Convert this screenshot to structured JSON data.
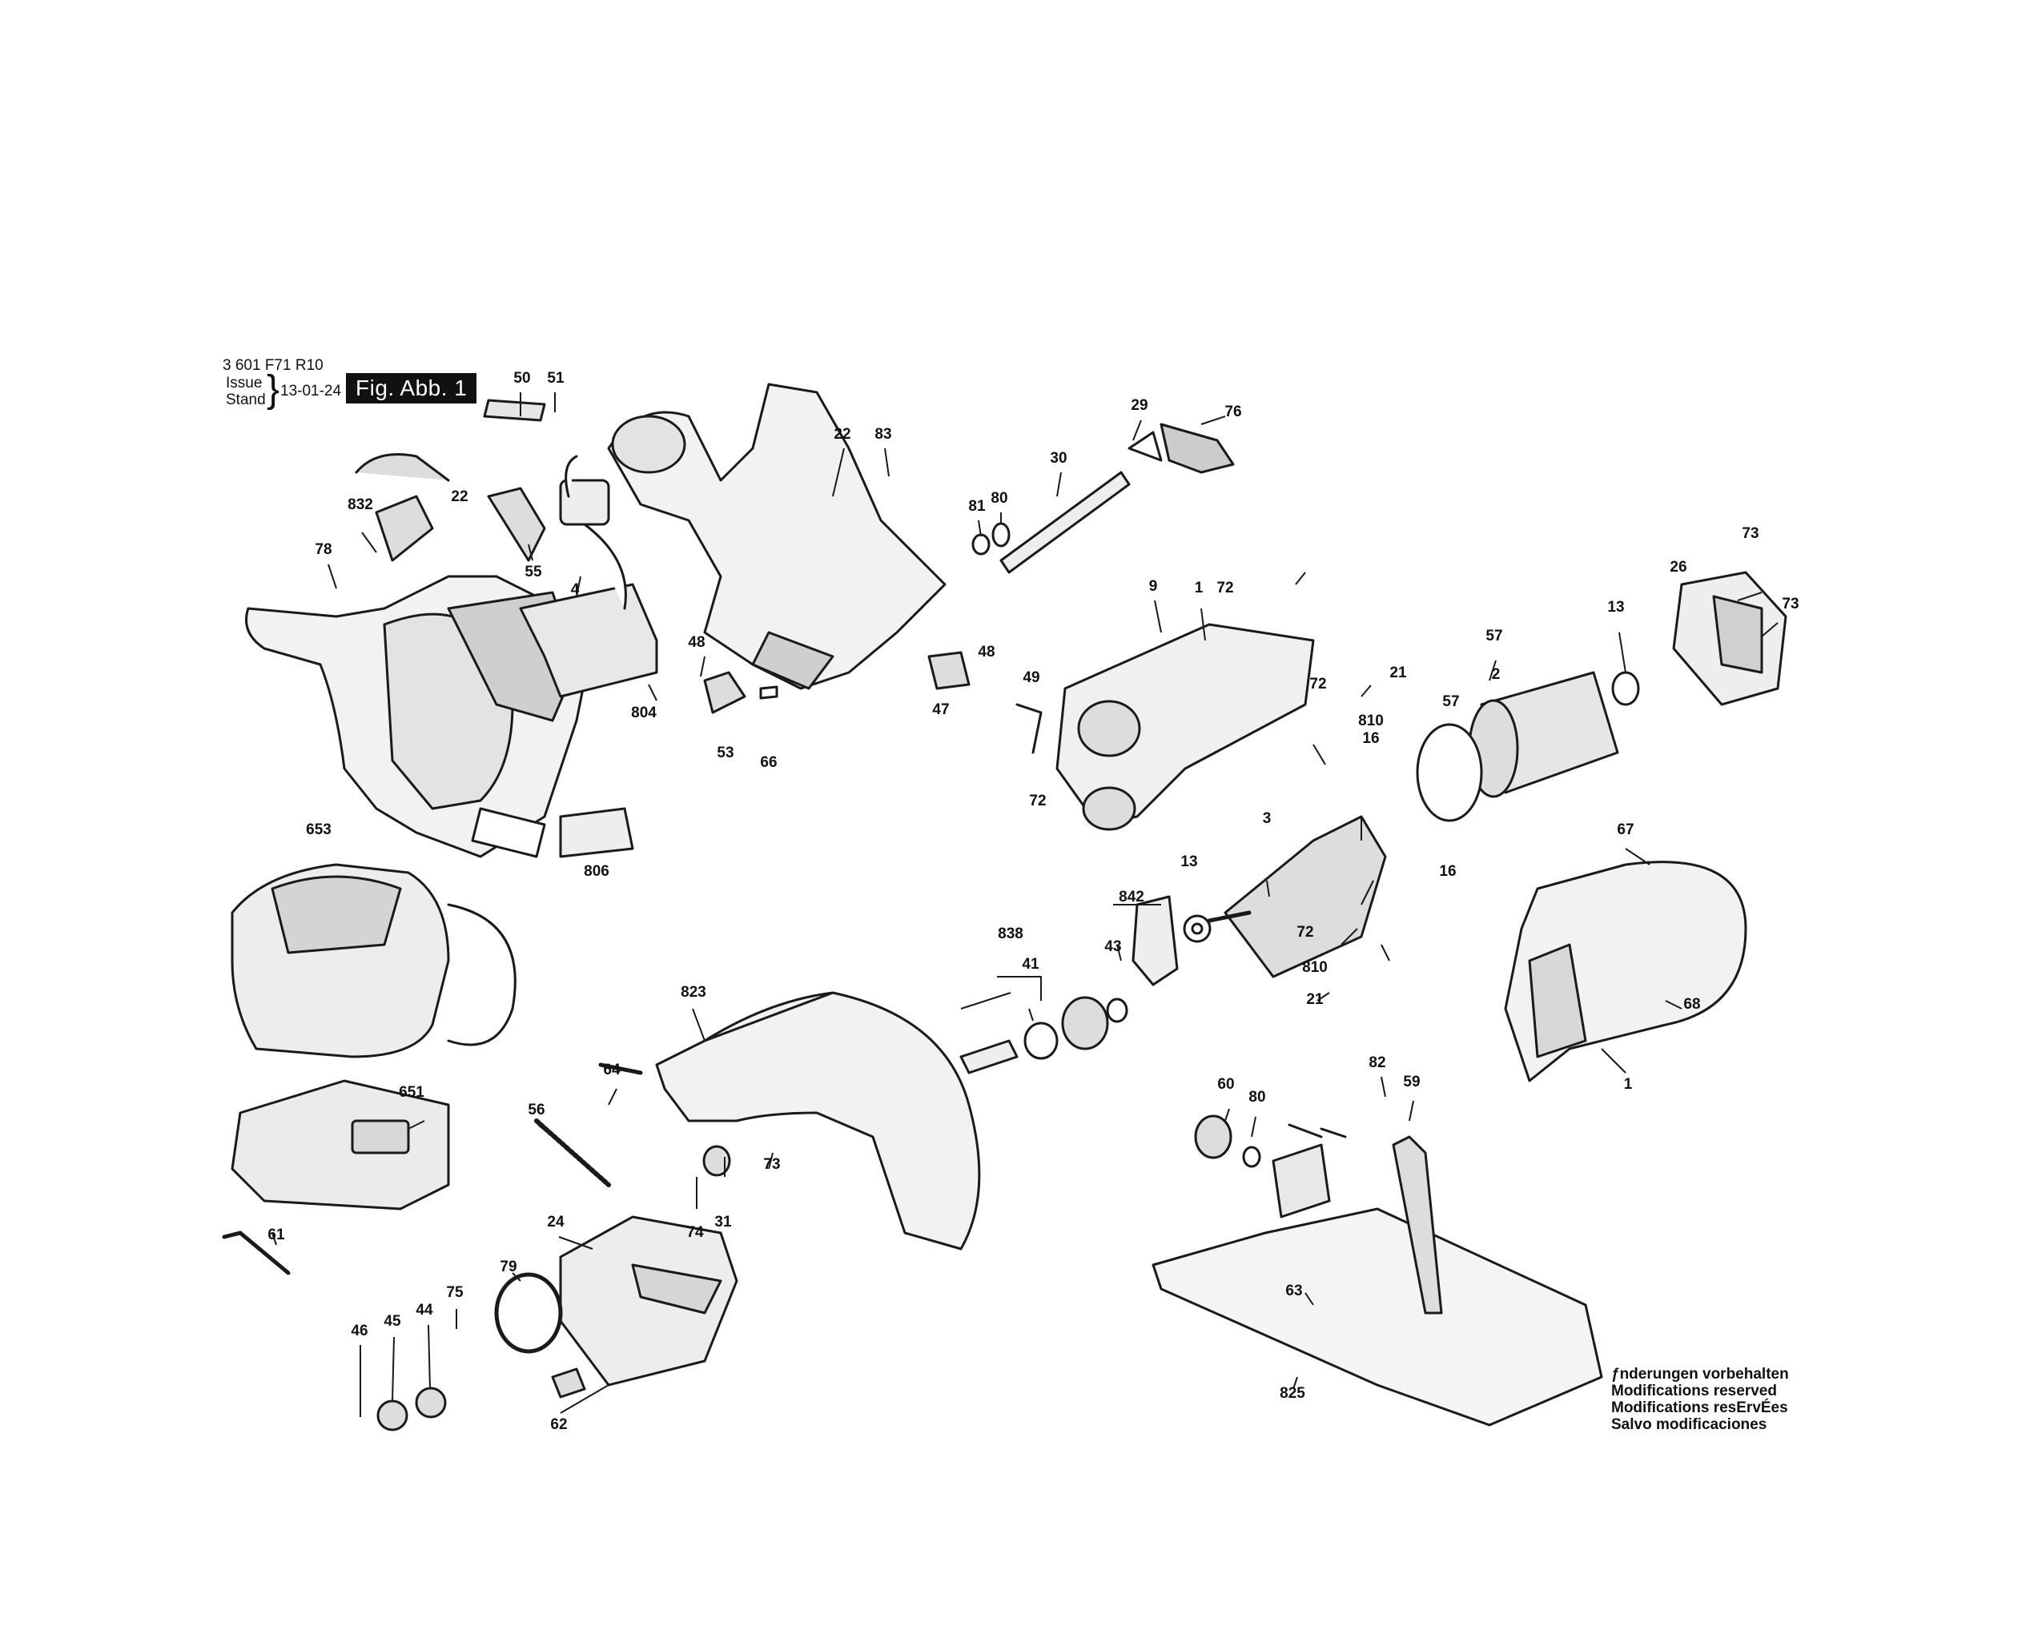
{
  "header": {
    "model": "3 601 F71 R10",
    "issue_label": "Issue",
    "stand_label": "Stand",
    "date": "13-01-24",
    "figure": "Fig. Abb. 1"
  },
  "modifications": [
    "ƒnderungen vorbehalten",
    "Modifications reserved",
    "Modifications resErvÉes",
    "Salvo modificaciones"
  ],
  "parts": [
    "50",
    "51",
    "22",
    "83",
    "29",
    "76",
    "30",
    "81",
    "80",
    "832",
    "78",
    "55",
    "4",
    "22",
    "48",
    "804",
    "53",
    "66",
    "47",
    "48",
    "49",
    "72",
    "9",
    "1",
    "72",
    "73",
    "26",
    "73",
    "13",
    "57",
    "2",
    "21",
    "72",
    "810",
    "16",
    "57",
    "653",
    "806",
    "3",
    "13",
    "842",
    "43",
    "16",
    "72",
    "810",
    "21",
    "838",
    "41",
    "67",
    "68",
    "1",
    "823",
    "64",
    "651",
    "56",
    "31",
    "74",
    "73",
    "60",
    "80",
    "82",
    "59",
    "61",
    "24",
    "79",
    "75",
    "44",
    "45",
    "46",
    "62",
    "63",
    "825"
  ],
  "colors": {
    "line": "#1a1a1a",
    "fill": "#ffffff",
    "shade": "#d9d9d9"
  }
}
